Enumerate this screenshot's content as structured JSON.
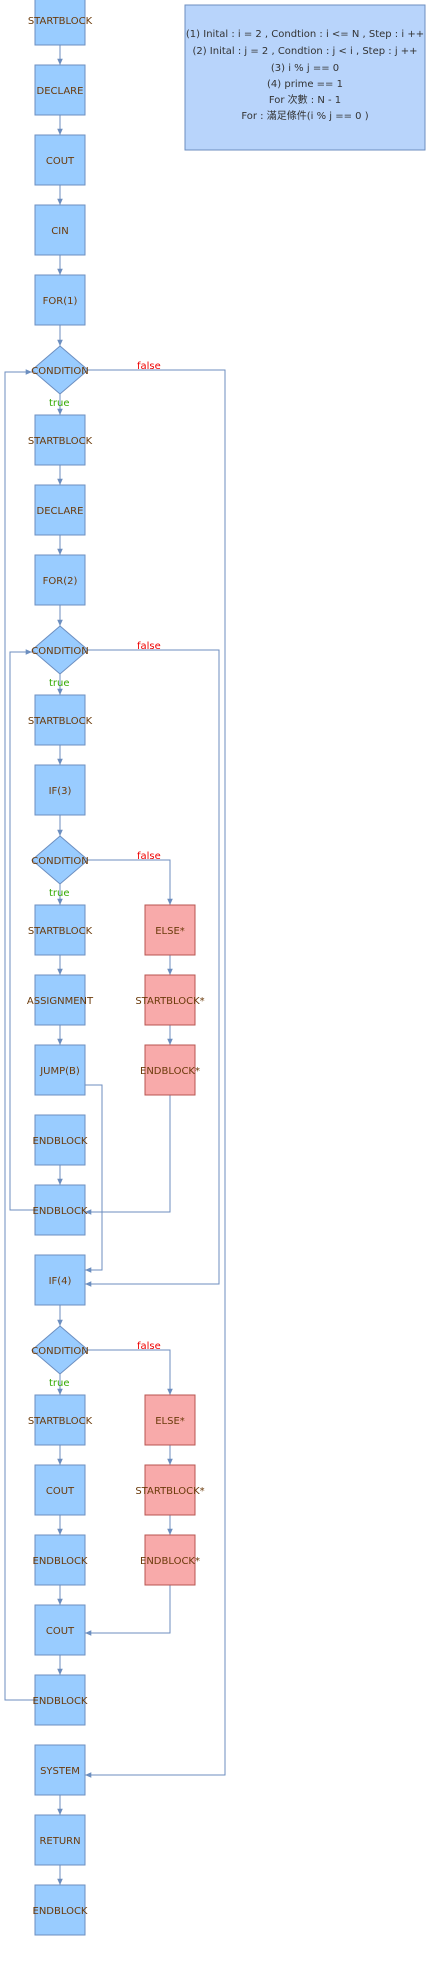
{
  "colors": {
    "block_fill": "#99ccff",
    "block_stroke": "#6c8ebf",
    "else_fill": "#f8aaaa",
    "else_stroke": "#b85450",
    "edge": "#6c8ebf",
    "block_text": "#6b3a0a",
    "true_text": "#33aa00",
    "false_text": "#ee0000",
    "note_fill": "#b8d4fb"
  },
  "note": {
    "lines": [
      "(1)  Inital : i = 2  , Condtion : i <= N , Step : i ++",
      "(2)  Inital : j = 2  , Condtion : j < i , Step : j ++",
      "(3) i % j == 0",
      "(4) prime == 1",
      "For  次數 : N - 1",
      "For : 滿足條件(i % j == 0 )"
    ]
  },
  "branch_labels": {
    "true": "true",
    "false": "false"
  },
  "nodes": {
    "start1": "STARTBLOCK",
    "declare1": "DECLARE",
    "cout1": "COUT",
    "cin": "CIN",
    "for1": "FOR(1)",
    "cond1": "CONDITION",
    "start2": "STARTBLOCK",
    "declare2": "DECLARE",
    "for2": "FOR(2)",
    "cond2": "CONDITION",
    "start3": "STARTBLOCK",
    "if3": "IF(3)",
    "cond3": "CONDITION",
    "start4": "STARTBLOCK",
    "assign": "ASSIGNMENT",
    "jump": "JUMP(B)",
    "end1": "ENDBLOCK",
    "end2": "ENDBLOCK",
    "else1": "ELSE*",
    "estart1": "STARTBLOCK*",
    "eend1": "ENDBLOCK*",
    "if4": "IF(4)",
    "cond4": "CONDITION",
    "start5": "STARTBLOCK",
    "cout2": "COUT",
    "end3": "ENDBLOCK",
    "else2": "ELSE*",
    "estart2": "STARTBLOCK*",
    "eend2": "ENDBLOCK*",
    "cout3": "COUT",
    "end4": "ENDBLOCK",
    "system": "SYSTEM",
    "return": "RETURN",
    "end5": "ENDBLOCK"
  }
}
